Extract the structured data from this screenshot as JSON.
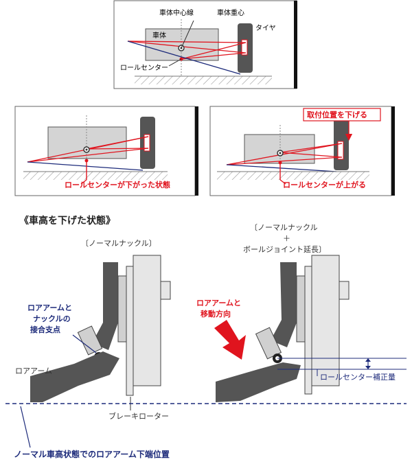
{
  "top": {
    "centerline": "車体中心線",
    "cog": "車体重心",
    "tire": "タイヤ",
    "body": "車体",
    "rollcenter": "ロールセンター"
  },
  "mid_left": {
    "caption": "ロールセンターが下がった状態"
  },
  "mid_right": {
    "caption": "ロールセンターが上がる",
    "lower_mount": "取付位置を下げる"
  },
  "bottom": {
    "heading": "《車高を下げた状態》",
    "normal_knuckle": "〔ノーマルナックル〕",
    "knuckle_ext_1": "〔ノーマルナックル",
    "knuckle_ext_plus": "＋",
    "knuckle_ext_2": "ボールジョイント延長〕",
    "joint_label_1": "ロアアームと",
    "joint_label_2": "ナックルの",
    "joint_label_3": "接合支点",
    "lower_arm": "ロアアーム",
    "move_dir_1": "ロアアームと",
    "move_dir_2": "移動方向",
    "rc_correction": "ロールセンター補正量",
    "brake_rotor": "ブレーキローター",
    "normal_height_line": "ノーマル車高状態でのロアアーム下端位置"
  },
  "colors": {
    "red": "#e0141e",
    "navy": "#1c2a7a",
    "gray_body": "#cfcfcf",
    "dark_part": "#555555",
    "rotor": "#e6e6e6"
  }
}
